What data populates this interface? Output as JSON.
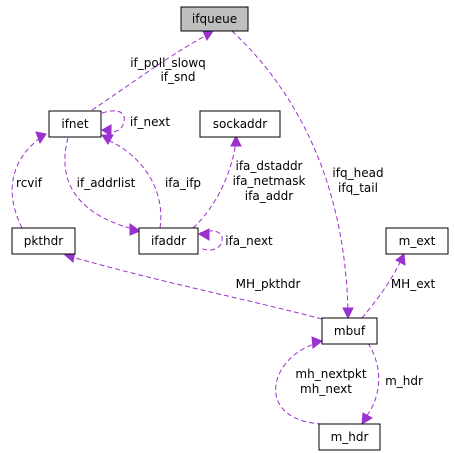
{
  "colors": {
    "edge": "#9a32cd",
    "focus_fill": "#bfbfbf",
    "node_fill": "#ffffff",
    "node_stroke": "#000000"
  },
  "nodes": {
    "ifqueue": "ifqueue",
    "ifnet": "ifnet",
    "sockaddr": "sockaddr",
    "pkthdr": "pkthdr",
    "ifaddr": "ifaddr",
    "m_ext": "m_ext",
    "mbuf": "mbuf",
    "m_hdr": "m_hdr"
  },
  "edges": {
    "if_poll_slowq": "if_poll_slowq",
    "if_snd": "if_snd",
    "if_next": "if_next",
    "rcvif": "rcvif",
    "if_addrlist": "if_addrlist",
    "ifa_ifp": "ifa_ifp",
    "ifa_dstaddr": "ifa_dstaddr",
    "ifa_netmask": "ifa_netmask",
    "ifa_addr": "ifa_addr",
    "ifa_next": "ifa_next",
    "ifq_head": "ifq_head",
    "ifq_tail": "ifq_tail",
    "mh_pkthdr": "MH_pkthdr",
    "mh_ext": "MH_ext",
    "m_hdr": "m_hdr",
    "mh_nextpkt": "mh_nextpkt",
    "mh_next": "mh_next"
  }
}
